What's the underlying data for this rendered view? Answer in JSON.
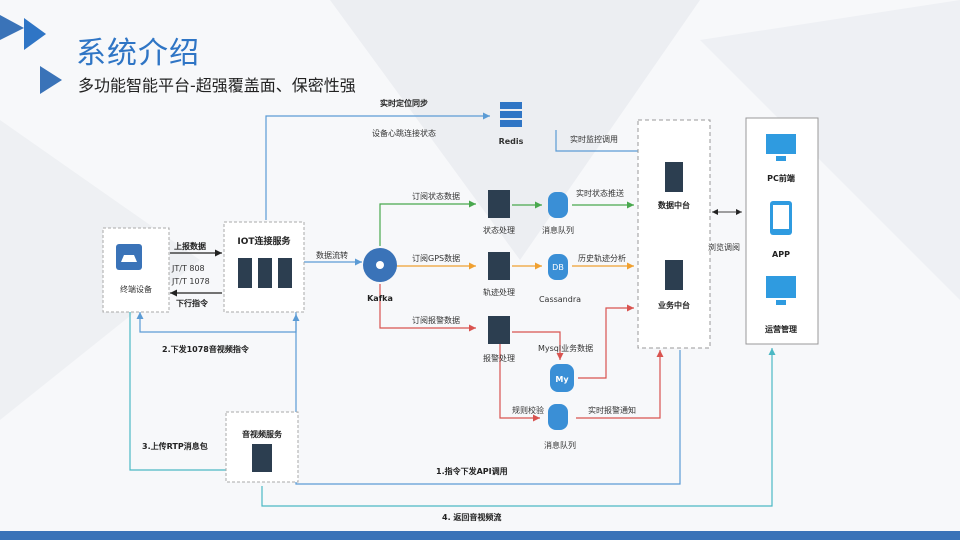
{
  "header": {
    "title": "系统介绍",
    "subtitle": "多功能智能平台-超强覆盖面、保密性强"
  },
  "colors": {
    "accent": "#2f75c5",
    "blue_line": "#5b9bd5",
    "teal_line": "#4bb8c4",
    "green_line": "#49a84e",
    "orange_line": "#f0a030",
    "red_line": "#d9534f",
    "server": "#2c3e50",
    "bar": "#3a73b8"
  },
  "nodes": {
    "terminal": "终端设备",
    "iot_service": "IOT连接服务",
    "kafka": "Kafka",
    "redis": "Redis",
    "status_processing": "状态处理",
    "track_processing": "轨迹处理",
    "alarm_processing": "报警处理",
    "message_queue_1": "消息队列",
    "cassandra": "Cassandra",
    "mysql": "My",
    "message_queue_2": "消息队列",
    "data_center": "数据中台",
    "business_center": "业务中台",
    "av_service": "音视频服务",
    "pc_frontend": "PC前端",
    "app": "APP",
    "ops_management": "运营管理",
    "db_label": "DB"
  },
  "edges": {
    "realtime_position_sync": "实时定位同步",
    "device_heartbeat": "设备心跳连接状态",
    "realtime_monitor_call": "实时监控调用",
    "upload_data": "上报数据",
    "jt808": "JT/T 808",
    "jt1078": "JT/T 1078",
    "downlink_cmd": "下行指令",
    "data_flow": "数据流转",
    "subscribe_status": "订阅状态数据",
    "subscribe_gps": "订阅GPS数据",
    "subscribe_alarm": "订阅报警数据",
    "realtime_status_push": "实时状态推送",
    "history_track_analysis": "历史轨迹分析",
    "mysql_business_data": "Mysql业务数据",
    "rule_check": "规则校验",
    "realtime_alarm_notify": "实时报警通知",
    "browse_call": "浏览调阅",
    "issue_1078_av_cmd": "2.下发1078音视频指令",
    "upload_rtp": "3.上传RTP消息包",
    "cmd_api_call": "1.指令下发API调用",
    "return_av_stream": "4. 返回音视频流"
  }
}
